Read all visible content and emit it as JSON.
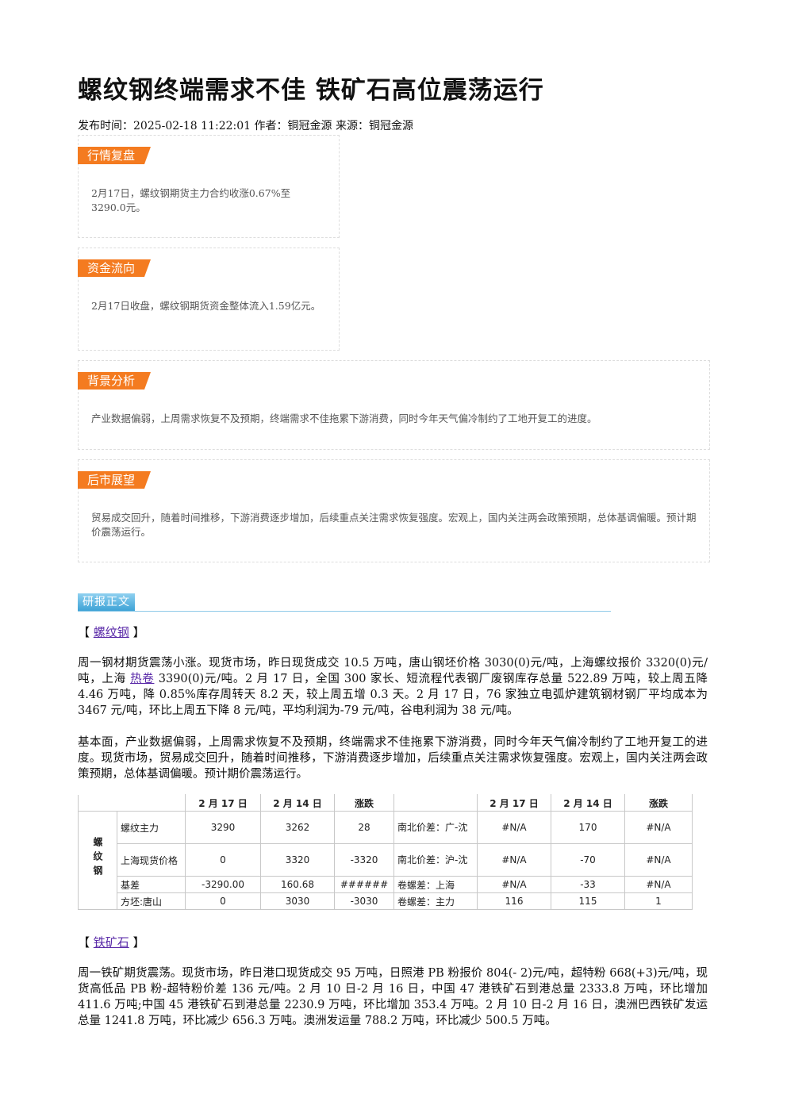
{
  "title": "螺纹钢终端需求不佳 铁矿石高位震荡运行",
  "meta": "发布时间：2025-02-18 11:22:01 作者：铜冠金源 来源：铜冠金源",
  "boxes": {
    "market": {
      "tag": "行情复盘",
      "text": "2月17日，螺纹钢期货主力合约收涨0.67%至3290.0元。"
    },
    "funds": {
      "tag": "资金流向",
      "text": "2月17日收盘，螺纹钢期货资金整体流入1.59亿元。"
    },
    "background": {
      "tag": "背景分析",
      "text": "产业数据偏弱，上周需求恢复不及预期，终端需求不佳拖累下游消费，同时今年天气偏冷制约了工地开复工的进度。"
    },
    "outlook": {
      "tag": "后市展望",
      "text": "贸易成交回升，随着时间推移，下游消费逐步增加，后续重点关注需求恢复强度。宏观上，国内关注两会政策预期，总体基调偏暖。预计期价震荡运行。"
    }
  },
  "report_tag": "研报正文",
  "rebar": {
    "open": "【",
    "link": "螺纹钢",
    "close": "】",
    "p1_a": "周一钢材期货震荡小涨。现货市场，昨日现货成交 10.5 万吨，唐山钢坯价格 3030(0)元/吨，上海螺纹报价 3320(0)元/吨，上海 ",
    "p1_link": "热卷",
    "p1_b": " 3390(0)元/吨。2 月 17 日，全国 300 家长、短流程代表钢厂废钢库存总量 522.89 万吨，较上周五降 4.46 万吨，降 0.85%库存周转天 8.2 天，较上周五增 0.3 天。2 月 17 日，76 家独立电弧炉建筑钢材钢厂平均成本为 3467 元/吨，环比上周五下降 8 元/吨，平均利润为-79 元/吨，谷电利润为 38 元/吨。",
    "p2": "基本面，产业数据偏弱，上周需求恢复不及预期，终端需求不佳拖累下游消费，同时今年天气偏冷制约了工地开复工的进度。现货市场，贸易成交回升，随着时间推移，下游消费逐步增加，后续重点关注需求恢复强度。宏观上，国内关注两会政策预期，总体基调偏暖。预计期价震荡运行。"
  },
  "table": {
    "side": "螺纹钢",
    "headers": [
      "2 月 17 日",
      "2 月 14 日",
      "涨跌",
      "2 月 17 日",
      "2 月 14 日",
      "涨跌"
    ],
    "rows": [
      [
        "螺纹主力",
        "3290",
        "3262",
        "28",
        "南北价差：广-沈",
        "#N/A",
        "170",
        "#N/A"
      ],
      [
        "上海现货价格",
        "0",
        "3320",
        "-3320",
        "南北价差：沪-沈",
        "#N/A",
        "-70",
        "#N/A"
      ],
      [
        "基差",
        "-3290.00",
        "160.68",
        "######",
        "卷螺差：上海",
        "#N/A",
        "-33",
        "#N/A"
      ],
      [
        "方坯:唐山",
        "0",
        "3030",
        "-3030",
        "卷螺差：主力",
        "116",
        "115",
        "1"
      ]
    ]
  },
  "iron": {
    "open": "【",
    "link": "铁矿石",
    "close": "】",
    "p1": "周一铁矿期货震荡。现货市场，昨日港口现货成交 95 万吨，日照港 PB 粉报价 804(- 2)元/吨，超特粉 668(+3)元/吨，现货高低品 PB 粉-超特粉价差 136 元/吨。2 月 10 日-2 月 16 日，中国 47 港铁矿石到港总量 2333.8 万吨，环比增加 411.6 万吨;中国 45 港铁矿石到港总量 2230.9 万吨，环比增加 353.4 万吨。2 月 10 日-2 月 16 日，澳洲巴西铁矿发运总量 1241.8 万吨，环比减少 656.3 万吨。澳洲发运量 788.2 万吨，环比减少 500.5 万吨。"
  }
}
